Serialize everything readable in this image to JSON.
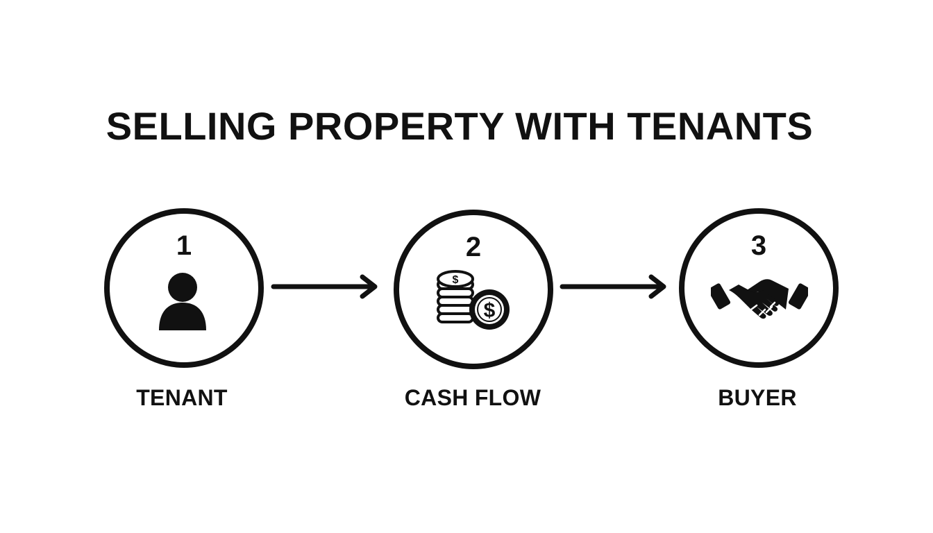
{
  "title": "SELLING PROPERTY WITH TENANTS",
  "steps": [
    {
      "number": "1",
      "label": "TENANT",
      "icon": "person-icon"
    },
    {
      "number": "2",
      "label": "CASH FLOW",
      "icon": "coins-dollar-icon"
    },
    {
      "number": "3",
      "label": "BUYER",
      "icon": "handshake-icon"
    }
  ],
  "colors": {
    "ink": "#111111",
    "background": "#ffffff"
  }
}
